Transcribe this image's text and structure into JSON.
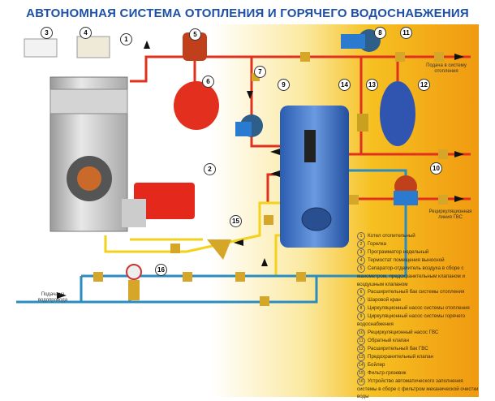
{
  "title": "АВТОНОМНАЯ СИСТЕМА ОТОПЛЕНИЯ И ГОРЯЧЕГО ВОДОСНАБЖЕНИЯ",
  "labels": {
    "heating_supply": "Подача в систему отопления",
    "dhw_recirc": "Рециркуляционная линия ГВС",
    "water_supply": "Подача из водопровода"
  },
  "markers": [
    "1",
    "2",
    "3",
    "4",
    "5",
    "6",
    "7",
    "8",
    "9",
    "10",
    "11",
    "12",
    "13",
    "14",
    "15",
    "16"
  ],
  "legend": [
    {
      "n": "1",
      "text": "Котел отопительный"
    },
    {
      "n": "2",
      "text": "Горелка"
    },
    {
      "n": "3",
      "text": "Программатор недельный"
    },
    {
      "n": "4",
      "text": "Термостат помещения выносной"
    },
    {
      "n": "5",
      "text": "Сепаратор-отделитель воздуха в сборе с манометром, предохранительным клапаном и воздушным клапаном"
    },
    {
      "n": "6",
      "text": "Расширительный бак системы отопления"
    },
    {
      "n": "7",
      "text": "Шаровой кран"
    },
    {
      "n": "8",
      "text": "Циркуляционный насос системы отопления"
    },
    {
      "n": "9",
      "text": "Циркуляционный насос системы горячего водоснабжения"
    },
    {
      "n": "10",
      "text": "Рециркуляционный насос ГВС"
    },
    {
      "n": "11",
      "text": "Обратный клапан"
    },
    {
      "n": "12",
      "text": "Расширительный бак ГВС"
    },
    {
      "n": "13",
      "text": "Предохранительный клапан"
    },
    {
      "n": "14",
      "text": "Бойлер"
    },
    {
      "n": "15",
      "text": "Фильтр-грязевик"
    },
    {
      "n": "16",
      "text": "Устройство автоматического заполнения системы в сборе с фильтром механической очистки воды"
    }
  ],
  "colors": {
    "title": "#1d4fa8",
    "hot": "#e0301e",
    "cold": "#2a8cc0",
    "yellow_pipe": "#f2d21a",
    "boiler": "#3a6fc0"
  }
}
